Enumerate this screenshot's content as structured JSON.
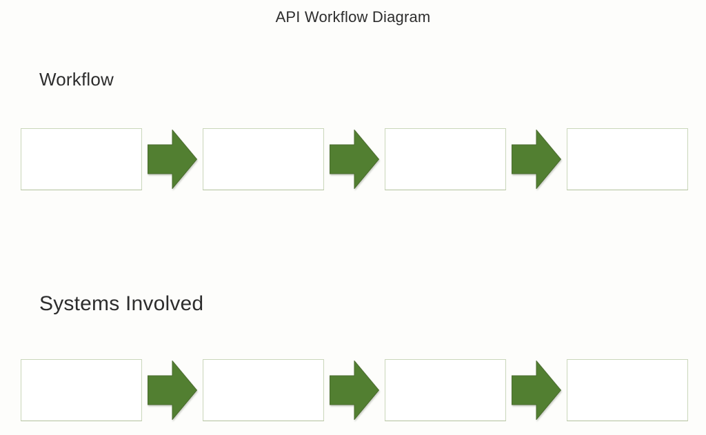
{
  "title": "API Workflow Diagram",
  "sections": [
    {
      "label": "Workflow",
      "boxes": [
        "",
        "",
        "",
        ""
      ],
      "arrow_count": 3
    },
    {
      "label": "Systems Involved",
      "boxes": [
        "",
        "",
        "",
        ""
      ],
      "arrow_count": 3
    }
  ],
  "colors": {
    "page-bg": "#fdfdfb",
    "text": "#2d2d2d",
    "box-border": "#c9d6ba",
    "box-border-bottom": "#b2c19c",
    "arrow-fill": "#527f31",
    "arrow-edge": "#4a6b2e"
  }
}
